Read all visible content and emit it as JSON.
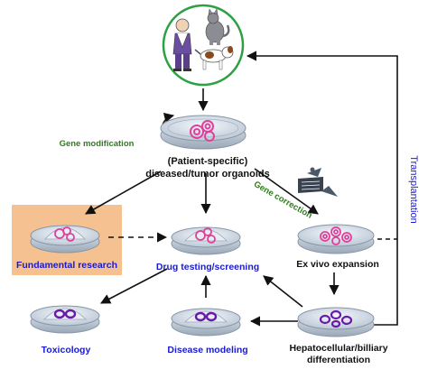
{
  "colors": {
    "subjects_circle": "#2ea043",
    "highlight_box": "#f6c190",
    "label_blue": "#1a1ad0",
    "label_black": "#111111",
    "label_green": "#2e7d1a",
    "organoid_pink": "#e0409a",
    "organoid_purple": "#6a1aa8",
    "arrow": "#111111"
  },
  "subjects": {
    "icons": [
      "human-icon",
      "cat-icon",
      "dog-icon"
    ]
  },
  "labels": {
    "gene_modification": "Gene modification",
    "organoids_line1": "(Patient-specific)",
    "organoids_line2": "diseased/tumor organoids",
    "gene_correction": "Gene correction",
    "transplantation": "Transplantation",
    "fundamental_research": "Fundamental research",
    "drug_testing": "Drug testing/screening",
    "ex_vivo": "Ex vivo expansion",
    "toxicology": "Toxicology",
    "disease_modeling": "Disease modeling",
    "hepato_line1": "Hepatocellular/billiary",
    "hepato_line2": "differentiation"
  }
}
